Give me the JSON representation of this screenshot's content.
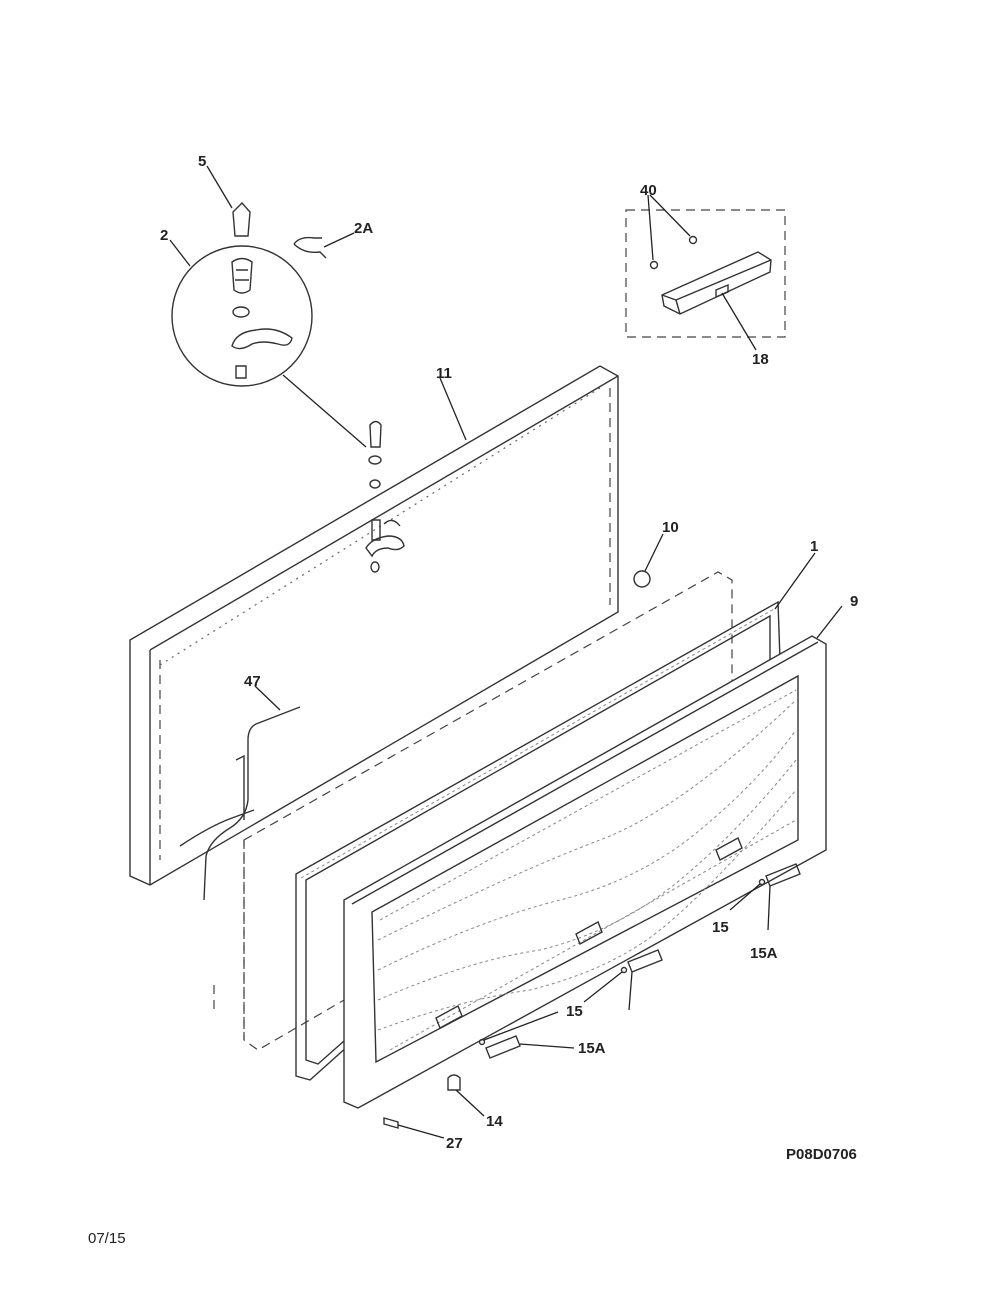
{
  "labels": {
    "p5": "5",
    "p2": "2",
    "p2a": "2A",
    "p40": "40",
    "p18": "18",
    "p11": "11",
    "p10": "10",
    "p1": "1",
    "p9": "9",
    "p47": "47",
    "p15_right": "15",
    "p15a_right": "15A",
    "p15_mid": "15",
    "p15a_mid": "15A",
    "p14": "14",
    "p27": "27"
  },
  "drawing_code": "P08D0706",
  "date": "07/15"
}
